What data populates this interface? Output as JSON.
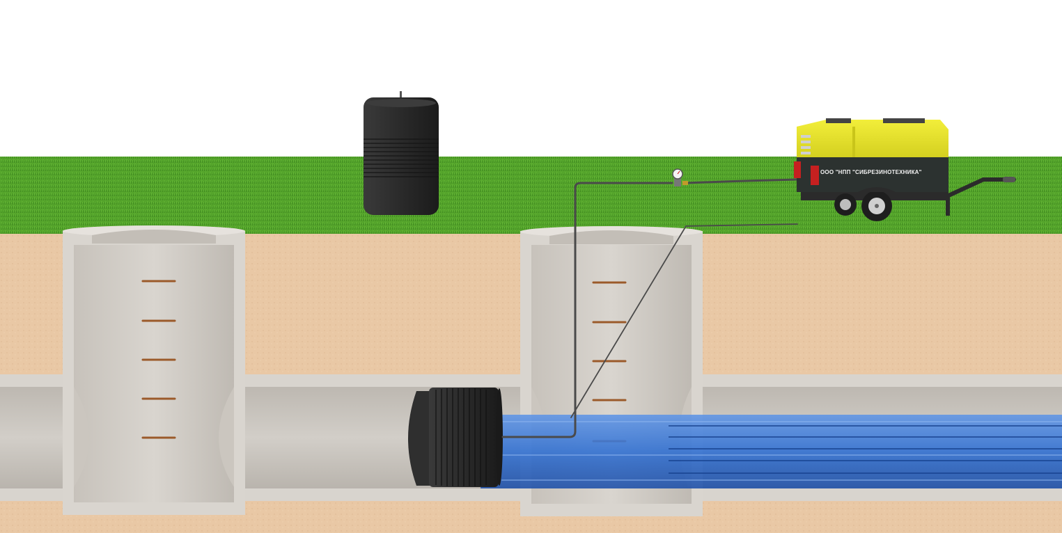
{
  "compressor": {
    "label": "ООО \"НПП \"СИБРЕЗИНОТЕХНИКА\"",
    "body_color": "#e6e22a",
    "panel_color": "#2c3230"
  },
  "colors": {
    "sky": "#ffffff",
    "grass": "#4f9a28",
    "soil": "#e8c7a3",
    "concrete": "#d6d2cc",
    "water": "#2e6fd0",
    "plug": "#2a2a2a",
    "rung": "#9b5a2a",
    "hose": "#4a4a4a"
  },
  "objects": [
    "manhole-left",
    "manhole-right",
    "sewer-pipe",
    "pipe-plug",
    "spare-plug",
    "air-compressor-trailer",
    "pressure-gauge",
    "air-hose",
    "water-flow"
  ]
}
